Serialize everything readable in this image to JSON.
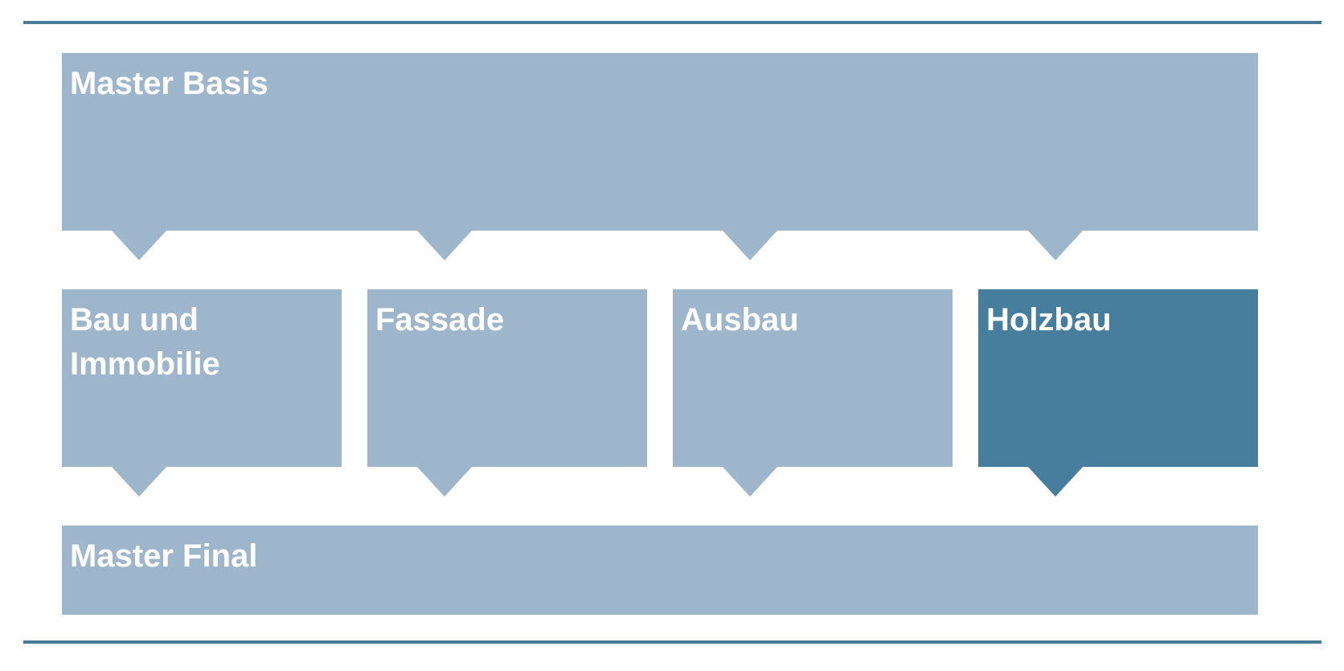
{
  "colors": {
    "light": "#9eb6cb",
    "dark": "#477d9d",
    "rule": "#4a7a98"
  },
  "diagram": {
    "top": {
      "label": "Master Basis"
    },
    "modules": [
      {
        "label": "Bau und Immobilie",
        "color": "#9eb6cb"
      },
      {
        "label": "Fassade",
        "color": "#9eb6cb"
      },
      {
        "label": "Ausbau",
        "color": "#9eb6cb"
      },
      {
        "label": "Holzbau",
        "color": "#477d9d"
      }
    ],
    "bottom": {
      "label": "Master Final"
    }
  }
}
